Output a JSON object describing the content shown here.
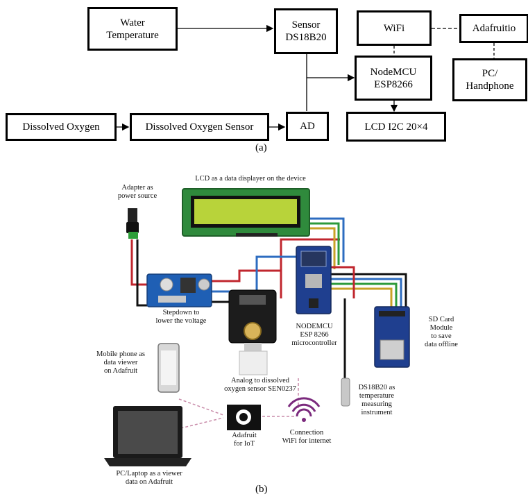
{
  "block_diagram": {
    "water_temperature": [
      "Water",
      "Temperature"
    ],
    "sensor": [
      "Sensor",
      "DS18B20"
    ],
    "wifi": "WiFi",
    "adafruit": "Adafruitio",
    "nodemcu": [
      "NodeMCU",
      "ESP8266"
    ],
    "pc_handphone": [
      "PC/",
      "Handphone"
    ],
    "dissolved_oxygen": "Dissolved Oxygen",
    "dissolved_oxygen_sensor": "Dissolved Oxygen Sensor",
    "ad": "AD",
    "lcd": "LCD I2C 20×4",
    "caption": "(a)"
  },
  "wiring_diagram": {
    "lcd_label": "LCD as a data displayer on the device",
    "adapter_label": [
      "Adapter as",
      "power source"
    ],
    "stepdown_label": [
      "Stepdown to",
      "lower the voltage"
    ],
    "nodemcu_label": [
      "NODEMCU",
      "ESP 8266",
      "microcontroller"
    ],
    "sdcard_label": [
      "SD Card",
      "Module",
      "to save",
      "data offline"
    ],
    "mobile_label": [
      "Mobile phone as",
      "data viewer",
      "on Adafruit"
    ],
    "do_sensor_label": [
      "Analog to dissolved",
      "oxygen sensor SEN0237"
    ],
    "ds18b20_label": [
      "DS18B20 as",
      "temperature",
      "measuring",
      "instrument"
    ],
    "adafruit_label": [
      "Adafruit",
      "for IoT"
    ],
    "wifi_label": [
      "Connection",
      "WiFi for internet"
    ],
    "pc_label": [
      "PC/Laptop as a viewer",
      "data on Adafruit"
    ],
    "caption": "(b)"
  },
  "colors": {
    "lcd_screen": "#b8d33a",
    "lcd_board": "#2f8a3c",
    "esp_board": "#1f3f8f",
    "stepdown_board": "#1f5fb4",
    "sd_board": "#1f3f8f",
    "do_board": "#1c1c1c",
    "wire_red": "#c0262e",
    "wire_blue": "#2d6cc0",
    "wire_green": "#2d9a3a",
    "wire_black": "#111111",
    "wifi_purple": "#7b2a7d",
    "dashed_link": "#c88aa8"
  }
}
